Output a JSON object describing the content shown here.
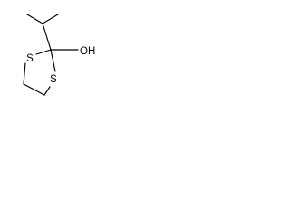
{
  "molecule": {
    "atoms": {
      "sulfur_upper": "S",
      "sulfur_lower": "S",
      "hydroxyl": "OH"
    }
  }
}
